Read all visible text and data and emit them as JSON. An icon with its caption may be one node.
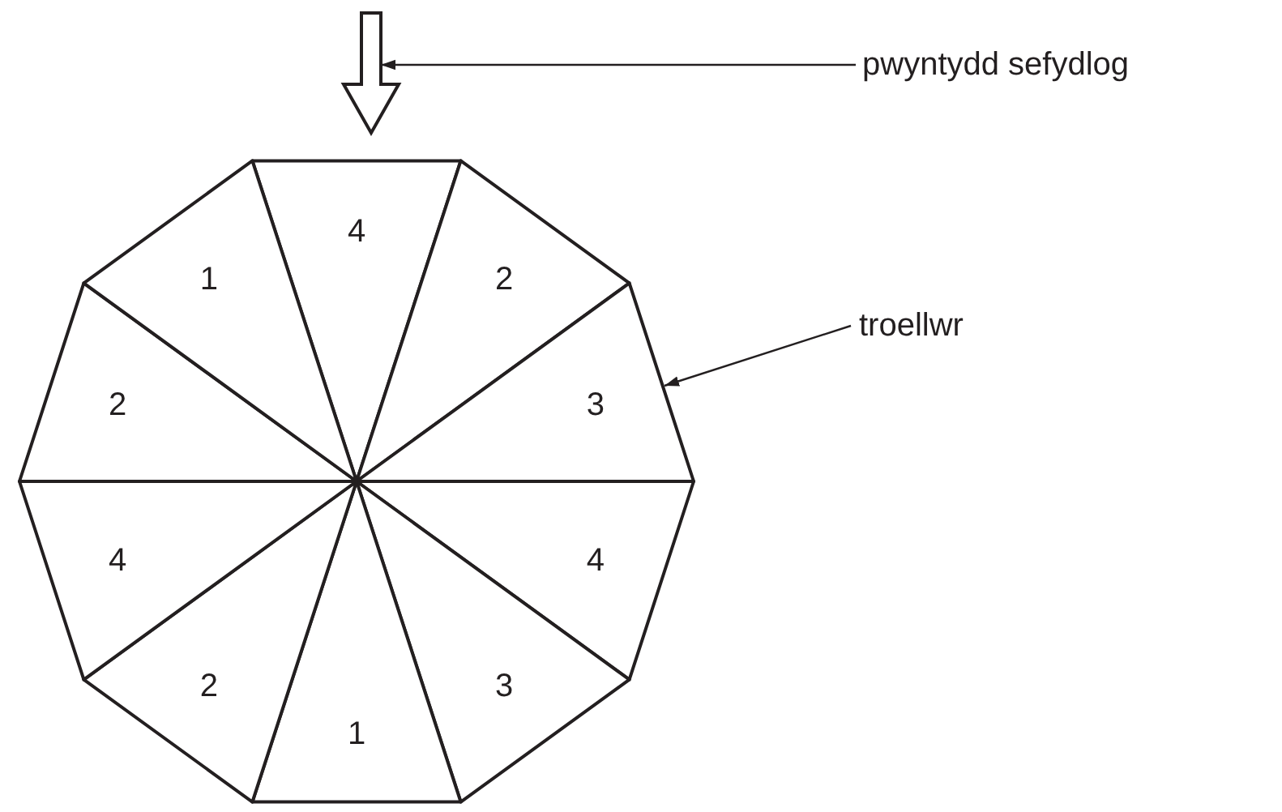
{
  "diagram": {
    "nodes": [
      {
        "text": [
          "pwyntydd sefydlog"
        ]
      },
      {
        "text": [],
        "shape": "arrow"
      },
      {
        "text": [
          "troellwr"
        ]
      },
      {
        "text": [],
        "shape": "decagon"
      },
      {
        "text": [
          "4"
        ],
        "in": 3
      },
      {
        "text": [
          "2"
        ],
        "in": 3
      },
      {
        "text": [
          "3"
        ],
        "in": 3
      },
      {
        "text": [
          "4"
        ],
        "in": 3
      },
      {
        "text": [
          "3"
        ],
        "in": 3
      },
      {
        "text": [
          "1"
        ],
        "in": 3
      },
      {
        "text": [
          "2"
        ],
        "in": 3
      },
      {
        "text": [
          "4"
        ],
        "in": 3
      },
      {
        "text": [
          "2"
        ],
        "in": 3
      },
      {
        "text": [
          "1"
        ],
        "in": 3
      }
    ],
    "edges": [
      {
        "from": 0,
        "to": 1,
        "arrow": "to"
      },
      {
        "from": 2,
        "to": 3,
        "arrow": "to"
      }
    ]
  }
}
